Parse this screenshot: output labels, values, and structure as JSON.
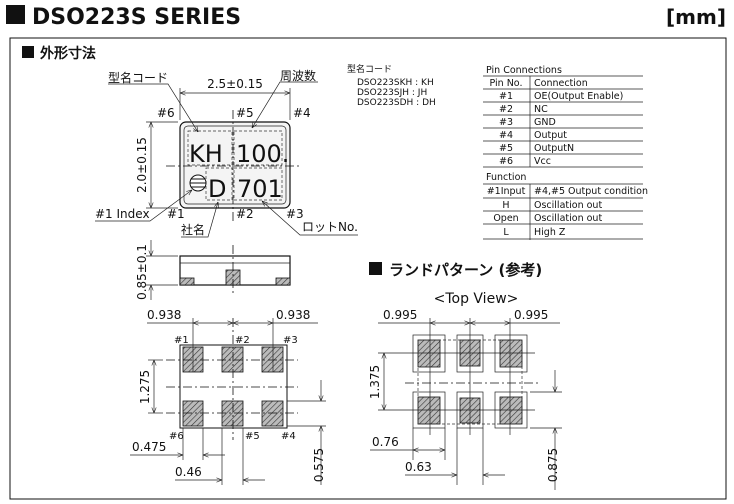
{
  "header": {
    "title": "DSO223S SERIES",
    "unit": "[mm]"
  },
  "outline": {
    "section_title": "外形寸法",
    "width_dim": "2.5±0.15",
    "height_dim": "2.0±0.15",
    "thickness_dim": "0.85±0.1",
    "marking": {
      "model_code": "KH",
      "frequency": "100.",
      "maker": "D",
      "lot": "701"
    },
    "callouts": {
      "model_code": "型名コード",
      "frequency": "周波数",
      "index": "#1 Index",
      "maker": "社名",
      "lot": "ロットNo."
    },
    "pins_top": [
      "#6",
      "#5",
      "#4"
    ],
    "pins_bottom": [
      "#1",
      "#2",
      "#3"
    ],
    "bottom_view": {
      "pins_top": [
        "#1",
        "#2",
        "#3"
      ],
      "pins_bottom": [
        "#6",
        "#5",
        "#4"
      ],
      "dims": {
        "pitch_left": "0.938",
        "pitch_right": "0.938",
        "row_pitch": "1.275",
        "pad_h": "0.575",
        "edge": "0.475",
        "pad_w": "0.46"
      }
    }
  },
  "model_codes": {
    "title": "型名コード",
    "items": [
      "DSO223SKH : KH",
      "DSO223SJH : JH",
      "DSO223SDH : DH"
    ]
  },
  "pin_table": {
    "title": "Pin Connections",
    "headers": [
      "Pin No.",
      "Connection"
    ],
    "rows": [
      [
        "#1",
        "OE(Output Enable)"
      ],
      [
        "#2",
        "NC"
      ],
      [
        "#3",
        "GND"
      ],
      [
        "#4",
        "Output"
      ],
      [
        "#5",
        "OutputN"
      ],
      [
        "#6",
        "Vcc"
      ]
    ]
  },
  "function_table": {
    "title": "Function",
    "headers": [
      "#1Input",
      "#4,#5 Output condition"
    ],
    "rows": [
      [
        "H",
        "Oscillation out"
      ],
      [
        "Open",
        "Oscillation out"
      ],
      [
        "L",
        "High Z"
      ]
    ]
  },
  "land": {
    "section_title": "ランドパターン (参考)",
    "view": "<Top View>",
    "dims": {
      "pitch_left": "0.995",
      "pitch_right": "0.995",
      "row_pitch": "1.375",
      "land_h": "0.875",
      "land_w": "0.76",
      "gap": "0.63"
    }
  }
}
